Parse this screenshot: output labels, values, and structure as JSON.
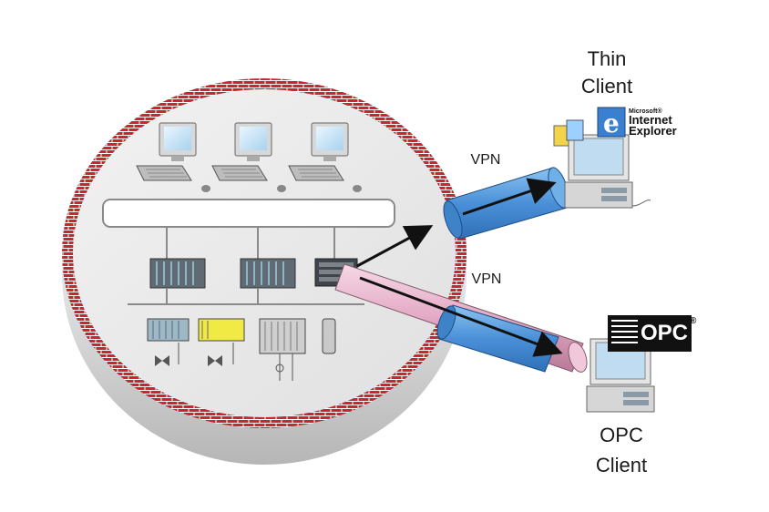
{
  "labels": {
    "thin_client_line1": "Thin",
    "thin_client_line2": "Client",
    "opc_client_line1": "OPC",
    "opc_client_line2": "Client",
    "vpn_top": "VPN",
    "vpn_bottom": "VPN"
  },
  "logos": {
    "ie_small": "Microsoft®",
    "ie_line1": "Internet",
    "ie_line2": "Explorer",
    "opc_mark": "OPC",
    "opc_reg": "®"
  },
  "colors": {
    "firewall_brick": "#c8282a",
    "vpn_tunnel": "#5aa0dc",
    "opc_pipe": "#e8b4cc",
    "arrow": "#111111"
  }
}
